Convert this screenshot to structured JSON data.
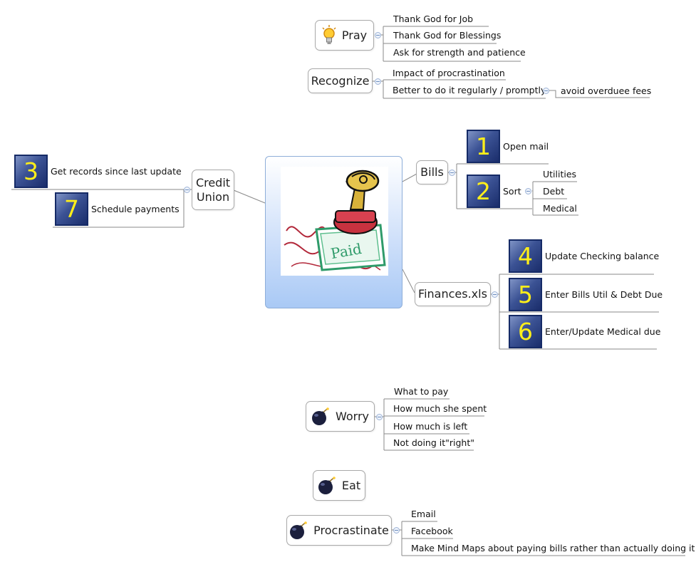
{
  "topics": {
    "pray": {
      "label": "Pray",
      "icon": "lightbulb-icon",
      "children": [
        "Thank God for Job",
        "Thank God for Blessings",
        "Ask for strength and patience"
      ]
    },
    "recognize": {
      "label": "Recognize",
      "children": [
        "Impact of procrastination",
        "Better to do it regularly / promptly"
      ],
      "sub_child": "avoid overduee fees"
    },
    "credit_union": {
      "label_line1": "Credit",
      "label_line2": "Union",
      "children": [
        {
          "num": "3",
          "text": "Get records since last update"
        },
        {
          "num": "7",
          "text": "Schedule payments"
        }
      ]
    },
    "bills": {
      "label": "Bills",
      "children": [
        {
          "num": "1",
          "text": "Open mail"
        },
        {
          "num": "2",
          "text": "Sort"
        }
      ],
      "sort_children": [
        "Utilities",
        "Debt",
        "Medical"
      ]
    },
    "finances": {
      "label": "Finances.xls",
      "children": [
        {
          "num": "4",
          "text": "Update Checking balance"
        },
        {
          "num": "5",
          "text": "Enter Bills Util & Debt Due"
        },
        {
          "num": "6",
          "text": "Enter/Update Medical due"
        }
      ]
    },
    "worry": {
      "label": "Worry",
      "icon": "bomb-icon",
      "children": [
        "What to pay",
        "How much she spent",
        "How much is left",
        "Not doing it\"right\""
      ]
    },
    "eat": {
      "label": "Eat",
      "icon": "bomb-icon"
    },
    "procrastinate": {
      "label": "Procrastinate",
      "icon": "bomb-icon",
      "children": [
        "Email",
        "Facebook",
        "Make Mind Maps about paying bills rather than actually doing it!"
      ]
    }
  },
  "central": {
    "image": "paid-stamp-clipart"
  },
  "colors": {
    "connector": "#8a8a8a",
    "numbox_text": "#ffef1a",
    "numbox_dark": "#1a2d6b",
    "central_fill": "#a9c9f5"
  }
}
